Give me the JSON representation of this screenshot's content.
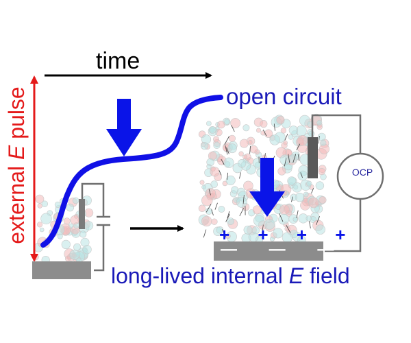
{
  "labels": {
    "time": "time",
    "open_circuit": "open circuit",
    "internal_field_prefix": "long-lived internal ",
    "internal_field_symbol": "E",
    "internal_field_suffix": " field",
    "external_pulse_prefix": "external ",
    "external_pulse_symbol": "E",
    "external_pulse_suffix": " pulse",
    "ocp": "OCP",
    "plus_charges": "+ + + +",
    "minus_charges": "— — — —"
  },
  "colors": {
    "trace_blue": "#1010e6",
    "arrow_blue": "#0a14e8",
    "label_blue": "#1a1ab8",
    "pulse_red": "#e41a1a",
    "electrode_grey": "#8c8c8c",
    "wire_grey": "#6f6f6f",
    "molecule_pink": "#f2b9b9",
    "molecule_cyan": "#b9e4e4",
    "ocp_text": "#2a2aa0"
  },
  "icons": {
    "time_arrow": "right-arrow-icon",
    "pulse_arrow": "double-headed-arrow-icon",
    "down_arrows": "down-arrow-icon",
    "process_arrow": "right-arrow-icon",
    "meter": "ocp-meter-icon",
    "capacitor": "capacitor-icon"
  }
}
